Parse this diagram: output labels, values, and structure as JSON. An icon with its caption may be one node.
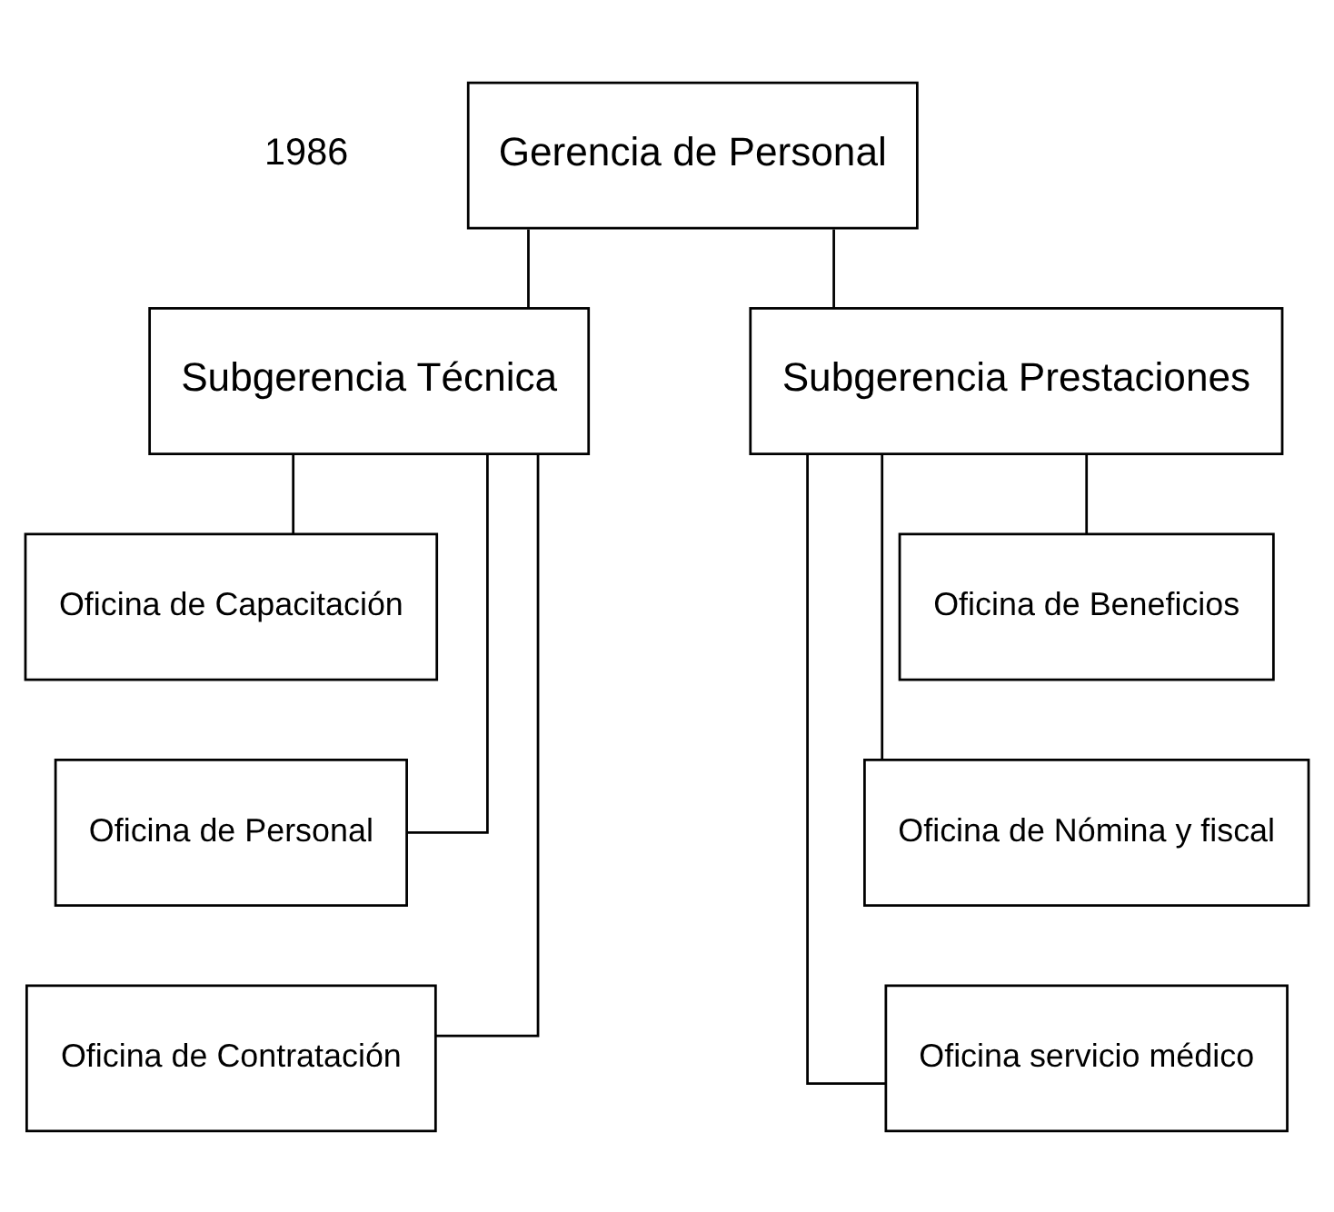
{
  "diagram": {
    "nodes": [
      {
        "text": [
          "Gerencia de Personal"
        ]
      },
      {
        "text": [
          "Subgerencia Técnica"
        ]
      },
      {
        "text": [
          "Subgerencia Prestaciones"
        ]
      },
      {
        "text": [
          "Oficina de Capacitación"
        ]
      },
      {
        "text": [
          "Oficina de Personal"
        ]
      },
      {
        "text": [
          "Oficina de Contratación"
        ]
      },
      {
        "text": [
          "Oficina de Beneficios"
        ]
      },
      {
        "text": [
          "Oficina de Nómina y fiscal"
        ]
      },
      {
        "text": [
          "Oficina servicio médico"
        ]
      }
    ],
    "edges": [
      {
        "from": 0,
        "to": 1,
        "arrow": "none"
      },
      {
        "from": 0,
        "to": 2,
        "arrow": "none"
      },
      {
        "from": 1,
        "to": 3,
        "arrow": "none"
      },
      {
        "from": 1,
        "to": 4,
        "arrow": "none"
      },
      {
        "from": 1,
        "to": 5,
        "arrow": "none"
      },
      {
        "from": 2,
        "to": 6,
        "arrow": "none"
      },
      {
        "from": 2,
        "to": 7,
        "arrow": "none"
      },
      {
        "from": 2,
        "to": 8,
        "arrow": "none"
      }
    ],
    "labels": [
      "1986"
    ]
  }
}
